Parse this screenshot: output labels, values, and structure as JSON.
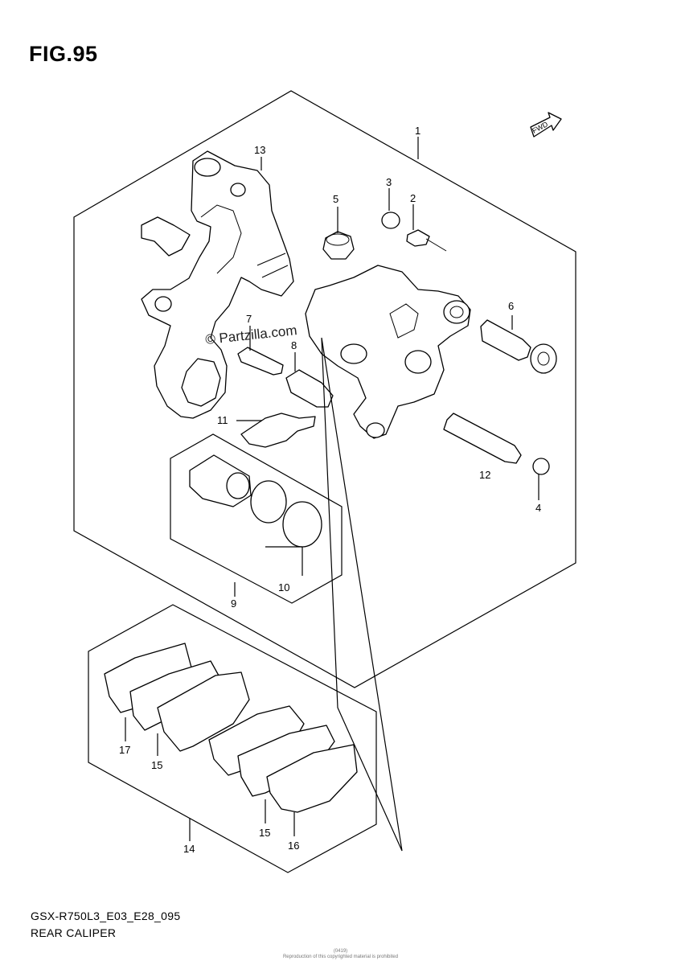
{
  "figure": {
    "title": "FIG.95"
  },
  "fwd_label": "FWD",
  "watermark": "© Partzilla.com",
  "callouts": {
    "c1": "1",
    "c2": "2",
    "c3": "3",
    "c4": "4",
    "c5": "5",
    "c6": "6",
    "c7": "7",
    "c8": "8",
    "c9": "9",
    "c10": "10",
    "c11": "11",
    "c12": "12",
    "c13": "13",
    "c14": "14",
    "c15a": "15",
    "c15b": "15",
    "c16": "16",
    "c17": "17"
  },
  "footer": {
    "code": "GSX-R750L3_E03_E28_095",
    "name": "REAR CALIPER",
    "copyright_1": "(0419)",
    "copyright_2": "Reproduction of this copyrighted material is prohibited"
  }
}
